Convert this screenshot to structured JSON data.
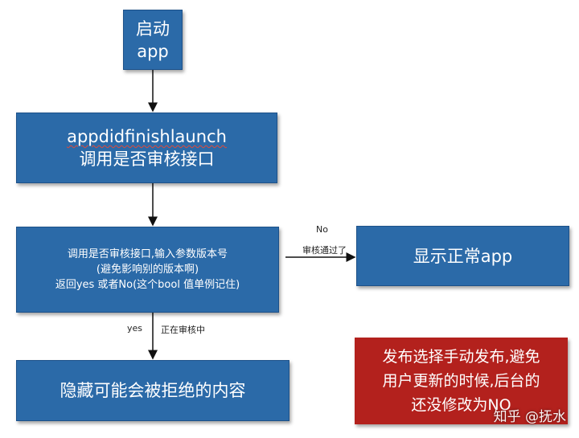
{
  "nodes": {
    "start": {
      "line1": "启动",
      "line2": "app"
    },
    "didfinish": {
      "line1": "appdidfinishlaunch",
      "line2": "调用是否审核接口"
    },
    "check": {
      "line1": "调用是否审核接口,输入参数版本号",
      "line2": "(避免影响别的版本啊)",
      "line3": "返回yes 或者No(这个bool 值单例记住)"
    },
    "normal": {
      "label": "显示正常app"
    },
    "hide": {
      "label": "隐藏可能会被拒绝的内容"
    }
  },
  "edges": {
    "no_label": "No",
    "passed_label": "审核通过了",
    "yes_label": "yes",
    "reviewing_label": "正在审核中"
  },
  "note": {
    "line1": "发布选择手动发布,避免",
    "line2": "用户更新的时候,后台的",
    "line3": "还没修改为NO"
  },
  "watermark": "知乎 @抚水",
  "colors": {
    "box": "#2b6aa8",
    "note": "#b3211d",
    "arrow": "#111111"
  }
}
